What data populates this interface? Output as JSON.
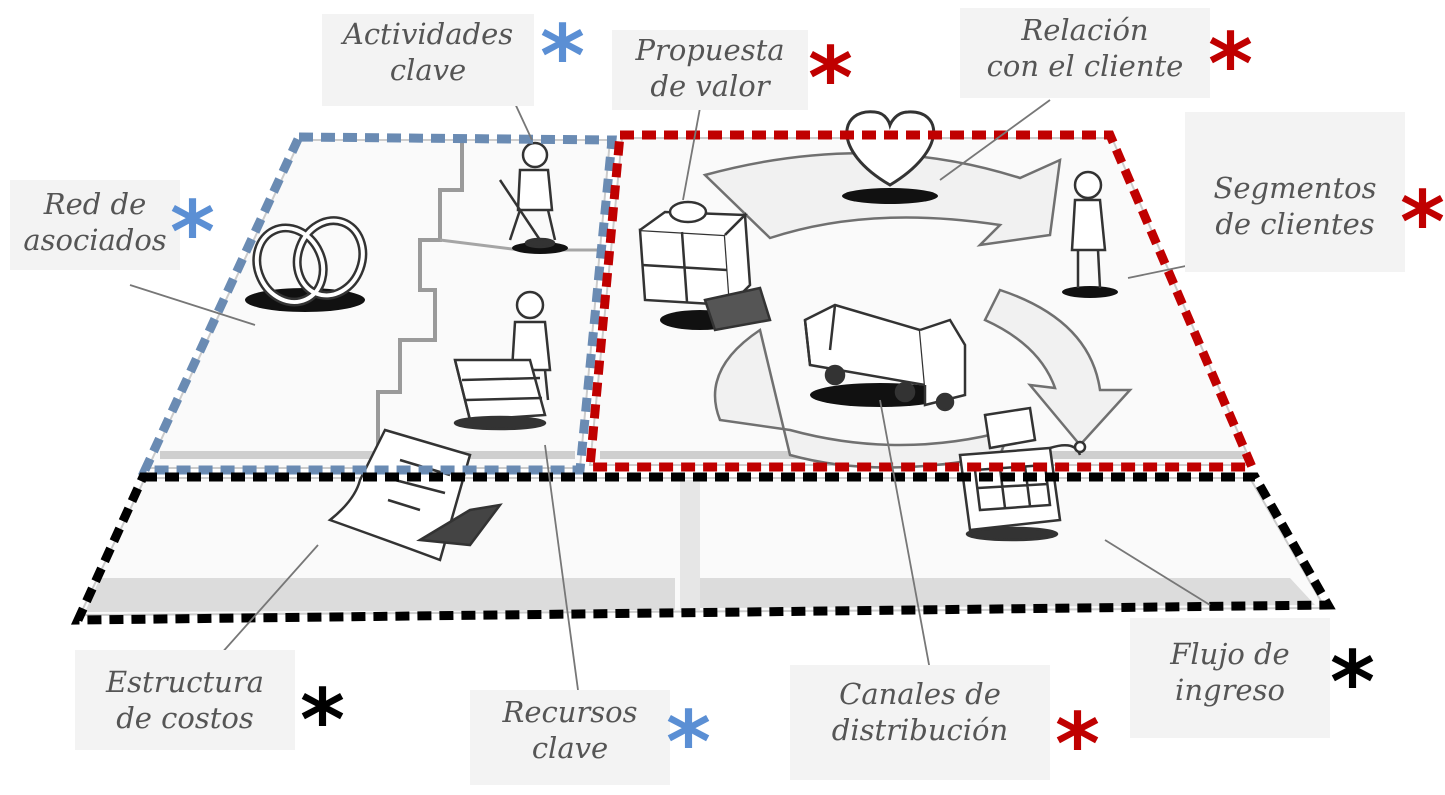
{
  "labels": {
    "actividades_clave": [
      "Actividades",
      "clave"
    ],
    "propuesta_de_valor": [
      "Propuesta",
      "de valor"
    ],
    "relacion_con_el_cliente": [
      "Relación",
      "con el cliente"
    ],
    "red_de_asociados": [
      "Red de",
      "asociados"
    ],
    "segmentos_de_clientes": [
      "Segmentos",
      "de clientes"
    ],
    "estructura_de_costos": [
      "Estructura",
      "de costos"
    ],
    "recursos_clave": [
      "Recursos",
      "clave"
    ],
    "canales_de_distribucion": [
      "Canales de",
      "distribución"
    ],
    "flujo_de_ingreso": [
      "Flujo de",
      "ingreso"
    ]
  },
  "marker": "*",
  "colors": {
    "blue": "#5b8fd4",
    "red": "#c00000",
    "black": "#000000",
    "blue_dash": "#6a8bb3",
    "red_dash": "#c00000",
    "black_dash": "#000000"
  },
  "groups": [
    {
      "name": "left-group",
      "color": "blue"
    },
    {
      "name": "right-group",
      "color": "red"
    },
    {
      "name": "bottom-group",
      "color": "black"
    }
  ],
  "icons": [
    "rings-icon",
    "digging-person-icon",
    "person-with-box-icon",
    "gift-box-icon",
    "heart-icon",
    "person-standing-icon",
    "truck-icon",
    "cash-register-icon",
    "document-icon"
  ]
}
